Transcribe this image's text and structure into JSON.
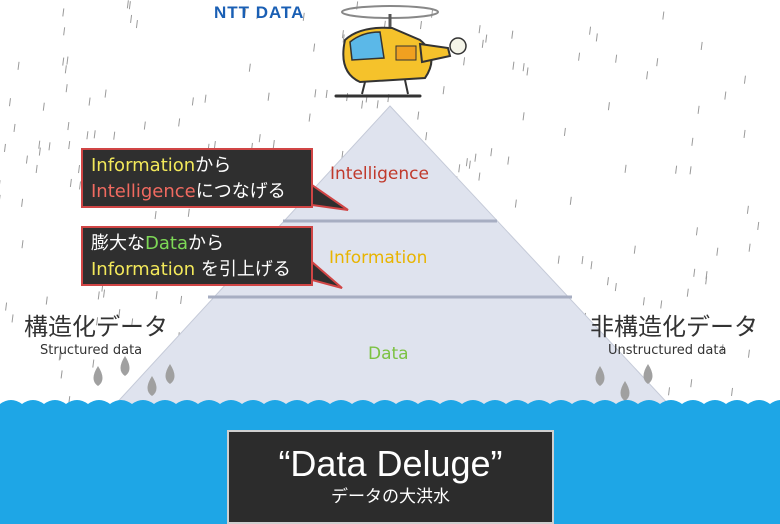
{
  "logo": {
    "text": "NTT DATA"
  },
  "pyramid": {
    "layers": [
      {
        "label": "Intelligence",
        "color": "#c0392b"
      },
      {
        "label": "Information",
        "color": "#e8b400"
      },
      {
        "label": "Data",
        "color": "#7cc243"
      }
    ]
  },
  "callouts": [
    {
      "line1_highlight": "Information",
      "line1_rest": "から",
      "line2_highlight": "Intelligence",
      "line2_rest": "につなげる"
    },
    {
      "line1_pre": "膨大な",
      "line1_highlight": "Data",
      "line1_rest": "から",
      "line2_highlight": "Information",
      "line2_rest": " を引上げる"
    }
  ],
  "structured": {
    "title": "構造化データ",
    "subtitle": "Structured data"
  },
  "unstructured": {
    "title": "非構造化データ",
    "subtitle": "Unstructured data"
  },
  "deluge": {
    "title": "“Data Deluge”",
    "subtitle": "データの大洪水"
  },
  "colors": {
    "ocean": "#1ea6e6",
    "pyramid_fill": "#dfe3ee",
    "callout_bg": "#2f2f2f",
    "callout_border": "#d04545",
    "heli_body": "#f5c22b"
  },
  "icons": [
    "helicopter-icon",
    "rain-icon",
    "water-drop-icon",
    "wave-icon"
  ]
}
